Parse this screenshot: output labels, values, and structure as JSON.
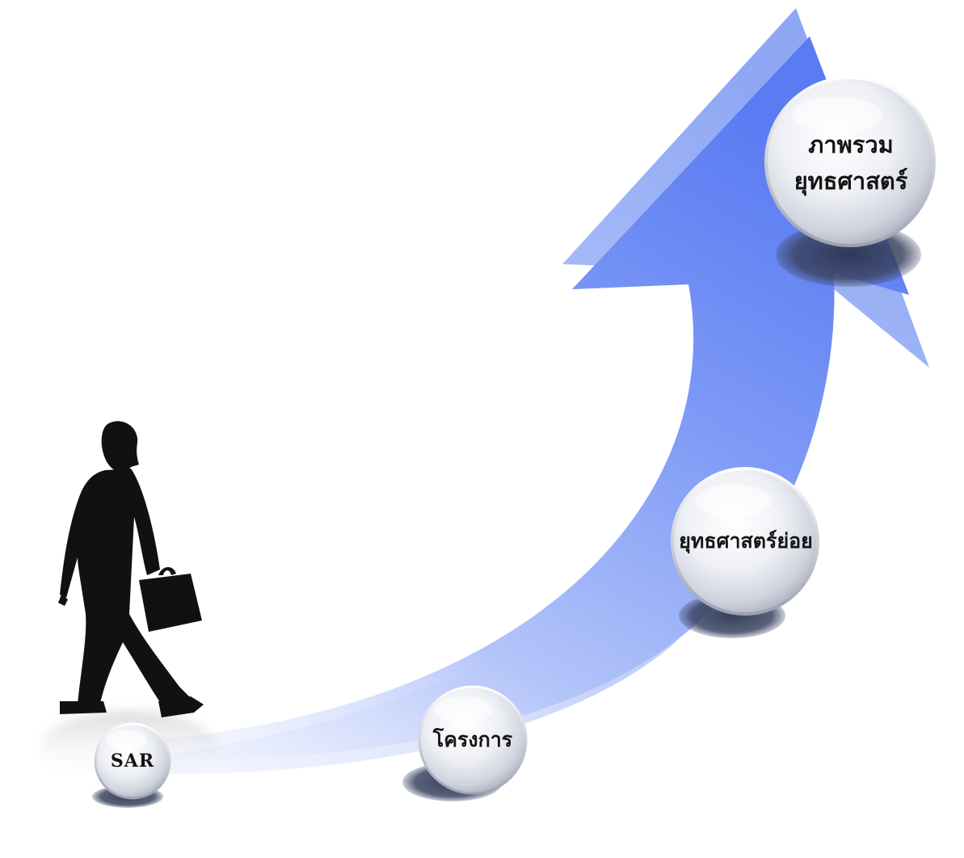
{
  "diagram": {
    "nodes": [
      {
        "id": "sar",
        "label": "SAR"
      },
      {
        "id": "project",
        "label": "โครงการ"
      },
      {
        "id": "sub_strategy",
        "label": "ยุทธศาสตร์ย่อย"
      },
      {
        "id": "overall_strategy",
        "label_line1": "ภาพรวม",
        "label_line2": "ยุทธศาสตร์"
      }
    ],
    "connector": "upward-arrow",
    "colors": {
      "arrow_front": "#6f8ff5",
      "arrow_back": "#a9bcf7",
      "sphere": "#e3e6ee",
      "sphere_shadow": "#3b4563",
      "silhouette": "#111111"
    }
  }
}
